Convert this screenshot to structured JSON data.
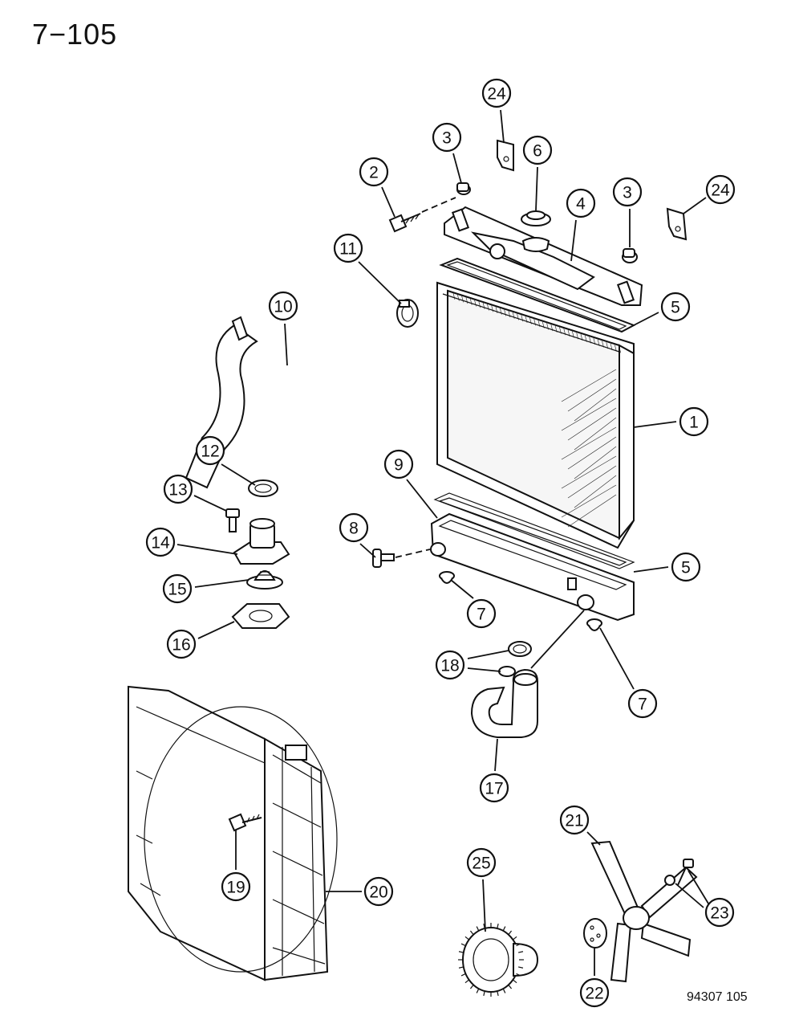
{
  "page_number": "7−105",
  "figure_id": "94307  105",
  "callouts": [
    {
      "key": "c24a",
      "label": "24"
    },
    {
      "key": "c3a",
      "label": "3"
    },
    {
      "key": "c2",
      "label": "2"
    },
    {
      "key": "c6",
      "label": "6"
    },
    {
      "key": "c4",
      "label": "4"
    },
    {
      "key": "c3b",
      "label": "3"
    },
    {
      "key": "c24b",
      "label": "24"
    },
    {
      "key": "c11",
      "label": "11"
    },
    {
      "key": "c10",
      "label": "10"
    },
    {
      "key": "c5a",
      "label": "5"
    },
    {
      "key": "c1",
      "label": "1"
    },
    {
      "key": "c12",
      "label": "12"
    },
    {
      "key": "c9",
      "label": "9"
    },
    {
      "key": "c13",
      "label": "13"
    },
    {
      "key": "c8",
      "label": "8"
    },
    {
      "key": "c14",
      "label": "14"
    },
    {
      "key": "c5b",
      "label": "5"
    },
    {
      "key": "c15",
      "label": "15"
    },
    {
      "key": "c7a",
      "label": "7"
    },
    {
      "key": "c16",
      "label": "16"
    },
    {
      "key": "c18",
      "label": "18"
    },
    {
      "key": "c7b",
      "label": "7"
    },
    {
      "key": "c17",
      "label": "17"
    },
    {
      "key": "c21",
      "label": "21"
    },
    {
      "key": "c25",
      "label": "25"
    },
    {
      "key": "c23",
      "label": "23"
    },
    {
      "key": "c19",
      "label": "19"
    },
    {
      "key": "c20",
      "label": "20"
    },
    {
      "key": "c22",
      "label": "22"
    }
  ]
}
